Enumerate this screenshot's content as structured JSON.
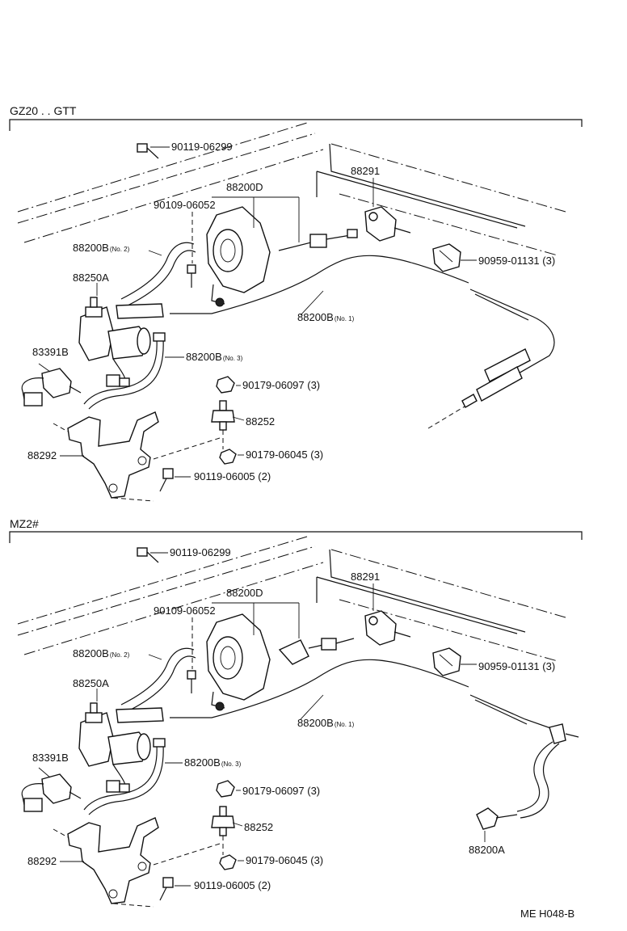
{
  "sections": [
    {
      "title": "GZ20 . . GTT",
      "labels": {
        "bolt_top": "90119-06299",
        "sensor": "88291",
        "vacuum_pump": "88200D",
        "bolt_mid": "90109-06052",
        "hose2": "88200B",
        "hose2_no": "(No. 2)",
        "clamp": "90959-01131 (3)",
        "vsv": "88250A",
        "hose1": "88200B",
        "hose1_no": "(No. 1)",
        "switch": "83391B",
        "hose3": "88200B",
        "hose3_no": "(No. 3)",
        "nut1": "90179-06097 (3)",
        "stud": "88252",
        "bracket": "88292",
        "nut2": "90179-06045 (3)",
        "bolt_low": "90119-06005 (2)"
      }
    },
    {
      "title": "MZ2#",
      "labels": {
        "bolt_top": "90119-06299",
        "sensor": "88291",
        "vacuum_pump": "88200D",
        "bolt_mid": "90109-06052",
        "hose2": "88200B",
        "hose2_no": "(No. 2)",
        "clamp": "90959-01131 (3)",
        "vsv": "88250A",
        "hose1": "88200B",
        "hose1_no": "(No. 1)",
        "switch": "83391B",
        "hose3": "88200B",
        "hose3_no": "(No. 3)",
        "nut1": "90179-06097 (3)",
        "stud": "88252",
        "bracket": "88292",
        "nut2": "90179-06045 (3)",
        "bolt_low": "90119-06005 (2)",
        "actuator": "88200A"
      }
    }
  ],
  "footer": {
    "code": "ME H048-B"
  }
}
